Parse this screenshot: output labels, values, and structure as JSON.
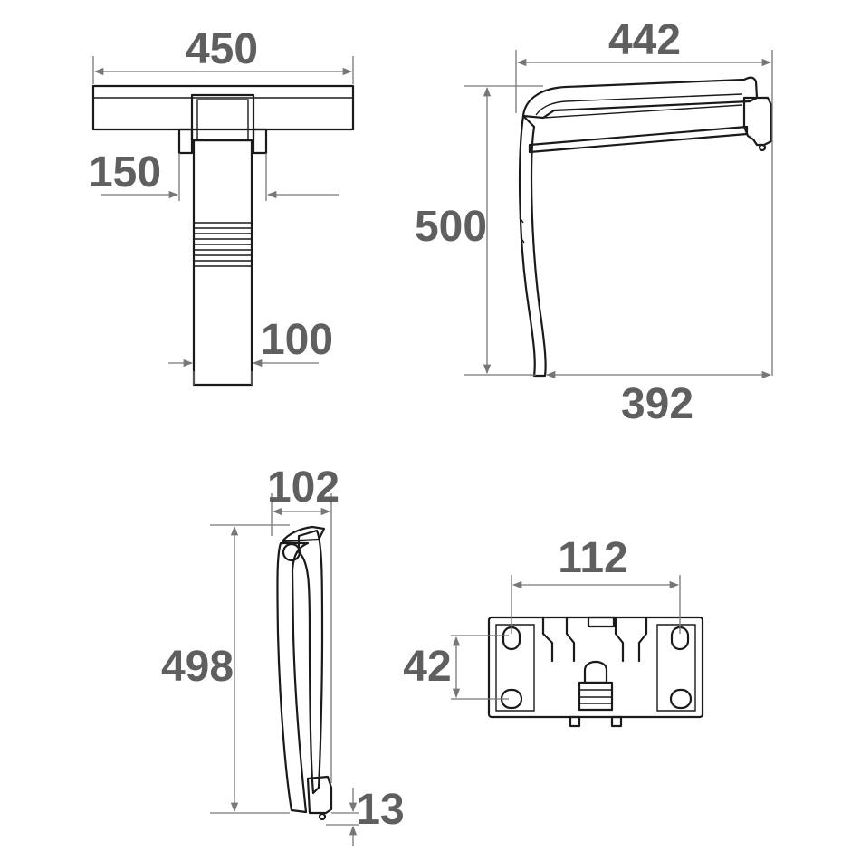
{
  "views": {
    "top_view": {
      "overall_width": "450",
      "arm_width": "150",
      "leg_width": "100"
    },
    "side_view_unfolded": {
      "depth": "442",
      "height": "500",
      "floor_depth": "392"
    },
    "side_view_folded": {
      "folded_depth": "102",
      "folded_height": "498",
      "bottom_offset": "13"
    },
    "wall_bracket": {
      "hole_spacing_horizontal": "112",
      "hole_spacing_vertical": "42"
    }
  },
  "colors": {
    "outline": "#1a1a1a",
    "dimension_text": "#5f5f5f",
    "dimension_line": "#777777"
  }
}
